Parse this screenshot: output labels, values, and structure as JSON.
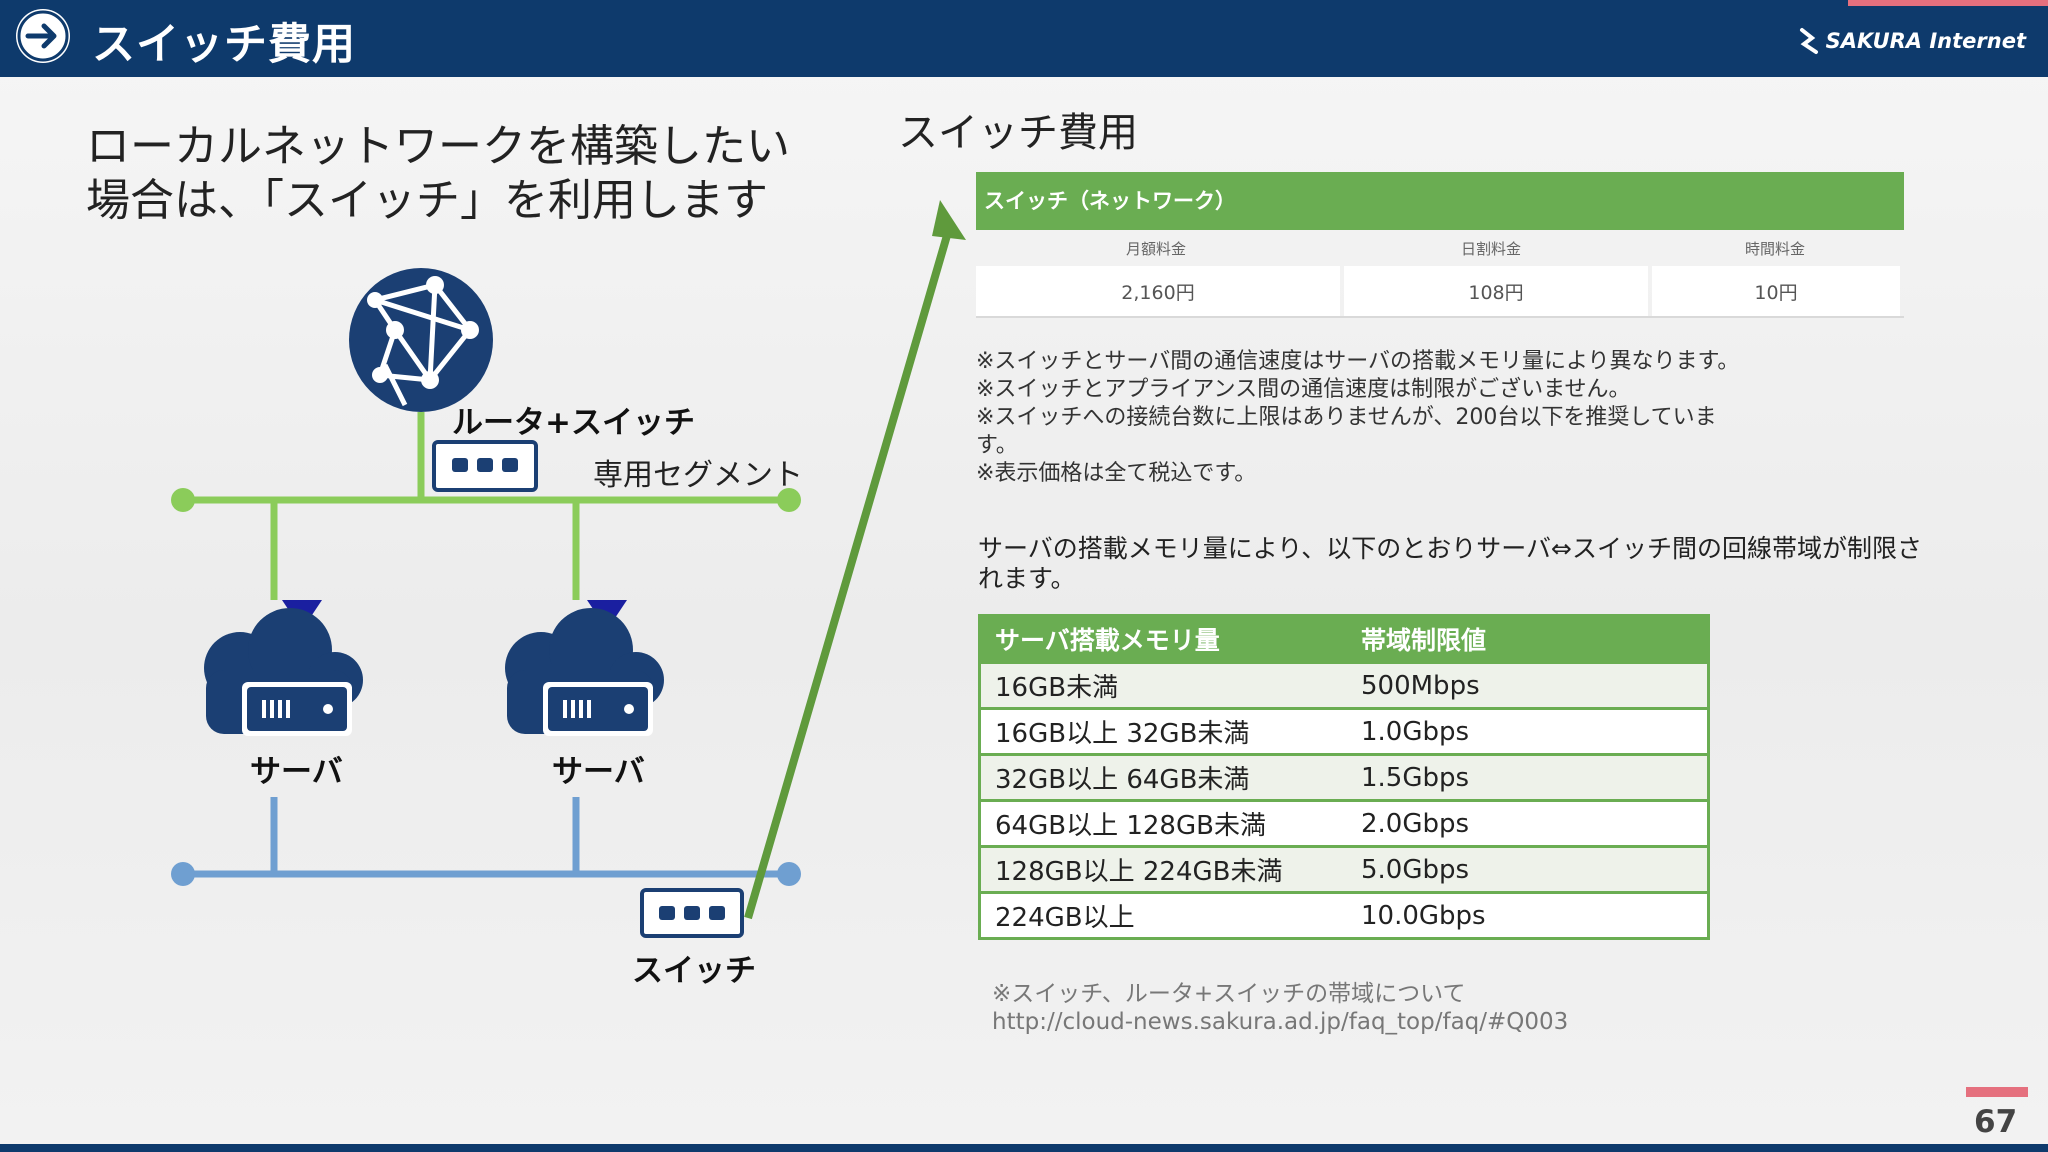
{
  "header": {
    "title": "スイッチ費用",
    "logo_text": "SAKURA Internet",
    "accent_color": "#0e3a6c"
  },
  "diagram": {
    "heading_line1": "ローカルネットワークを構築したい",
    "heading_line2": "場合は、「スイッチ」を利用します",
    "router_label": "ルータ+スイッチ",
    "segment_label": "専用セグメント",
    "server1_label": "サーバ",
    "server2_label": "サーバ",
    "switch_label": "スイッチ",
    "green_color": "#8bcc5a",
    "blue_color": "#6f9fd1"
  },
  "pricing": {
    "section_title": "スイッチ費用",
    "table_title": "スイッチ（ネットワーク）",
    "columns": [
      "月額料金",
      "日割料金",
      "時間料金"
    ],
    "values": [
      "2,160円",
      "108円",
      "10円"
    ]
  },
  "notes": [
    "※スイッチとサーバ間の通信速度はサーバの搭載メモリ量により異なります。",
    "※スイッチとアプライアンス間の通信速度は制限がございません。",
    "※スイッチへの接続台数に上限はありませんが、200台以下を推奨していま",
    "す。",
    "※表示価格は全て税込です。"
  ],
  "bandwidth": {
    "intro_line1": "サーバの搭載メモリ量により、以下のとおりサーバ⇔スイッチ間の回線帯域が制限さ",
    "intro_line2": "れます。",
    "headers": [
      "サーバ搭載メモリ量",
      "帯域制限値"
    ],
    "rows": [
      [
        "16GB未満",
        "500Mbps"
      ],
      [
        "16GB以上 32GB未満",
        "1.0Gbps"
      ],
      [
        "32GB以上 64GB未満",
        "1.5Gbps"
      ],
      [
        "64GB以上 128GB未満",
        "2.0Gbps"
      ],
      [
        "128GB以上 224GB未満",
        "5.0Gbps"
      ],
      [
        "224GB以上",
        "10.0Gbps"
      ]
    ]
  },
  "footnote": {
    "line1": "※スイッチ、ルータ+スイッチの帯域について",
    "line2": "http://cloud-news.sakura.ad.jp/faq_top/faq/#Q003"
  },
  "page_number": "67"
}
